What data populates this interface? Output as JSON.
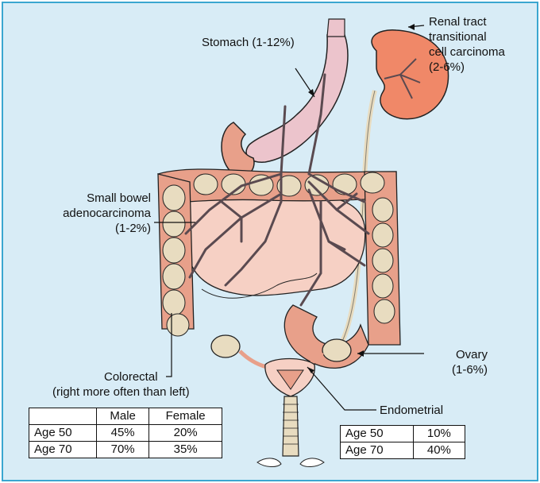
{
  "labels": {
    "stomach": "Stomach (1-12%)",
    "renal": [
      "Renal tract",
      "transitional",
      "cell carcinoma",
      "(2-6%)"
    ],
    "small_bowel": [
      "Small bowel",
      "adenocarcinoma",
      "(1-2%)"
    ],
    "colorectal": [
      "Colorectal",
      "(right more often than left)"
    ],
    "ovary": [
      "Ovary",
      "(1-6%)"
    ],
    "endometrial": "Endometrial"
  },
  "colorectal_table": {
    "headers": [
      "",
      "Male",
      "Female"
    ],
    "rows": [
      [
        "Age 50",
        "45%",
        "20%"
      ],
      [
        "Age 70",
        "70%",
        "35%"
      ]
    ]
  },
  "endometrial_table": {
    "rows": [
      [
        "Age 50",
        "10%"
      ],
      [
        "Age 70",
        "40%"
      ]
    ]
  },
  "colors": {
    "frame_border": "#3aa6d0",
    "background": "#d8ecf6",
    "colon": "#e8a08a",
    "colon_haustra": "#e8dcc0",
    "small_bowel": "#f6d0c4",
    "stomach": "#ecc4cc",
    "kidney": "#f08868",
    "vessels": "#5a4a50"
  }
}
